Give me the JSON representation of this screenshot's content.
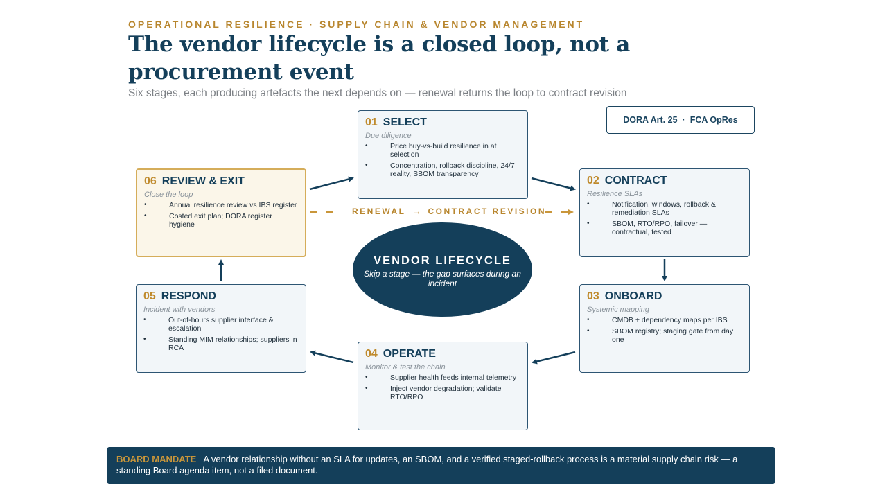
{
  "header": {
    "eyebrow_left": "OPERATIONAL RESILIENCE",
    "eyebrow_sep": "·",
    "eyebrow_right": "SUPPLY CHAIN & VENDOR MANAGEMENT",
    "title": "The vendor lifecycle is a closed loop, not a procurement event",
    "subtitle": "Six stages, each producing artefacts the next depends on — renewal returns the loop to contract revision"
  },
  "badge": {
    "left": "DORA Art. 25",
    "sep": "·",
    "right": "FCA OpRes"
  },
  "stages": [
    {
      "num": "01",
      "name": "SELECT",
      "sub": "Due diligence",
      "bullets": [
        "Price buy-vs-build resilience in at selection",
        "Concentration, rollback discipline, 24/7 reality, SBOM transparency"
      ]
    },
    {
      "num": "02",
      "name": "CONTRACT",
      "sub": "Resilience SLAs",
      "bullets": [
        "Notification, windows, rollback & remediation SLAs",
        "SBOM, RTO/RPO, failover — contractual, tested"
      ]
    },
    {
      "num": "03",
      "name": "ONBOARD",
      "sub": "Systemic mapping",
      "bullets": [
        "CMDB + dependency maps per IBS",
        "SBOM registry; staging gate from day one"
      ]
    },
    {
      "num": "04",
      "name": "OPERATE",
      "sub": "Monitor & test the chain",
      "bullets": [
        "Supplier health feeds internal telemetry",
        "Inject vendor degradation; validate RTO/RPO"
      ]
    },
    {
      "num": "05",
      "name": "RESPOND",
      "sub": "Incident with vendors",
      "bullets": [
        "Out-of-hours supplier interface & escalation",
        "Standing MIM relationships; suppliers in RCA"
      ]
    },
    {
      "num": "06",
      "name": "REVIEW & EXIT",
      "sub": "Close the loop",
      "bullets": [
        "Annual resilience review vs IBS register",
        "Costed exit plan; DORA register hygiene"
      ]
    }
  ],
  "renewal": {
    "left": "RENEWAL",
    "arrow": "→",
    "right": "CONTRACT REVISION"
  },
  "hub": {
    "title": "VENDOR LIFECYCLE",
    "subtitle": "Skip a stage — the gap surfaces during an incident"
  },
  "mandate": {
    "tag": "BOARD MANDATE",
    "text": "A vendor relationship without an SLA for updates, an SBOM, and a verified staged-rollback process is a material supply chain risk — a standing Board agenda item, not a filed document."
  },
  "bullet_glyph": "•",
  "colors": {
    "navy": "#143f5a",
    "gold": "#b8862e",
    "card_bg": "#f2f6f9",
    "highlight_bg": "#fbf6e9",
    "highlight_border": "#d5ad5a"
  }
}
